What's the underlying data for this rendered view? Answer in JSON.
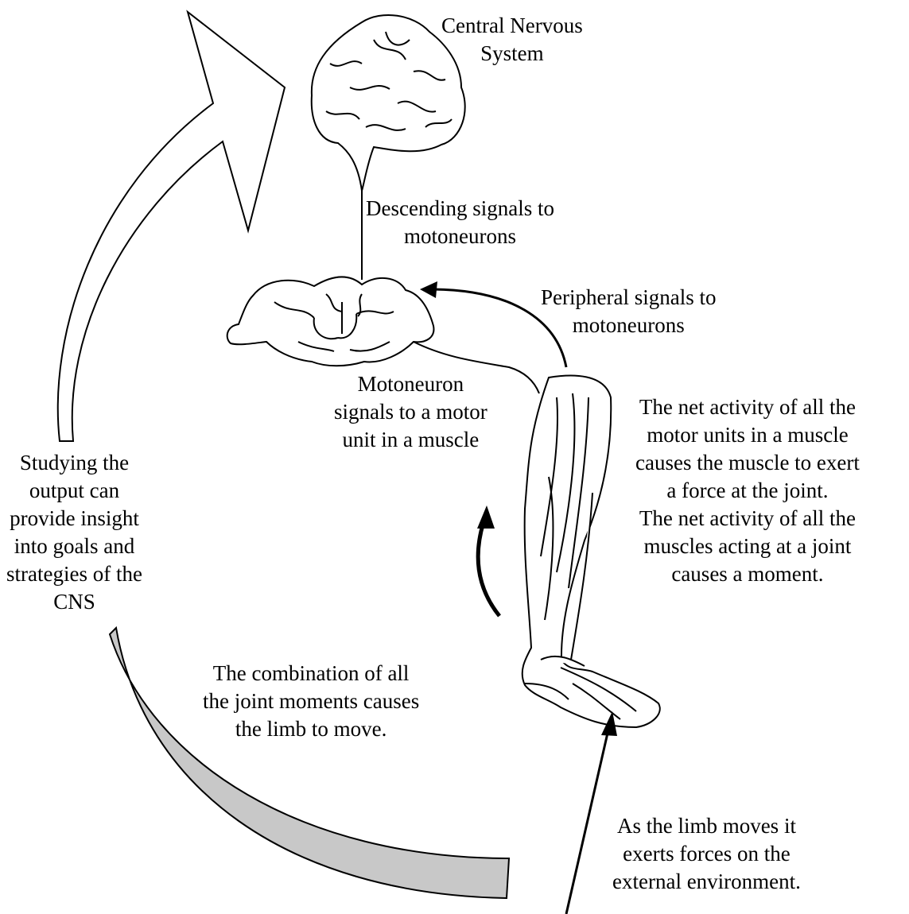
{
  "labels": {
    "cns": [
      "Central Nervous",
      "System"
    ],
    "descending": [
      "Descending signals to",
      "motoneurons"
    ],
    "peripheral": [
      "Peripheral signals to",
      "motoneurons"
    ],
    "motoneuron": [
      "Motoneuron",
      "signals to a motor",
      "unit in a muscle"
    ],
    "net_activity": [
      "The net activity of all the",
      "motor units in a muscle",
      "causes the muscle to exert",
      "a force at the joint.",
      "The net activity of all the",
      "muscles acting at a joint",
      "causes a moment."
    ],
    "studying": [
      "Studying the",
      "output can",
      "provide insight",
      "into goals and",
      "strategies of the",
      "CNS"
    ],
    "combination": [
      "The combination of all",
      "the joint moments causes",
      "the limb to move."
    ],
    "limb_moves": [
      "As the limb moves it",
      "exerts forces on the",
      "external environment."
    ]
  },
  "colors": {
    "line": "#000000",
    "feedback_fill": "#c8c8c8",
    "outline_fill": "#ffffff"
  }
}
